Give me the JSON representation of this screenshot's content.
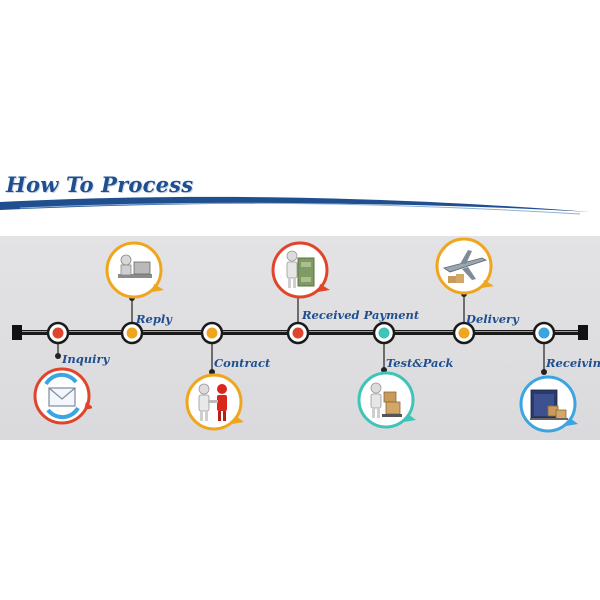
{
  "title": "How To Process",
  "steps": [
    {
      "label": "Inquiry",
      "icon": "envelope-icon",
      "node_color": "#e0452c"
    },
    {
      "label": "Reply",
      "icon": "typing-person-icon",
      "node_color": "#f0a51e"
    },
    {
      "label": "Contract",
      "icon": "handshake-icon",
      "node_color": "#f0a51e"
    },
    {
      "label": "Received Payment",
      "icon": "money-icon",
      "node_color": "#e0452c"
    },
    {
      "label": "Test&Pack",
      "icon": "packing-person-icon",
      "node_color": "#3ec4b8"
    },
    {
      "label": "Delivery",
      "icon": "airplane-icon",
      "node_color": "#f0a51e"
    },
    {
      "label": "Receiving",
      "icon": "warehouse-icon",
      "node_color": "#3aa5e0"
    }
  ],
  "colors": {
    "title": "#1f4f8e",
    "timeline": "#1a1a1a",
    "accent_red": "#e0452c",
    "accent_orange": "#f0a51e",
    "accent_teal": "#3ec4b8",
    "accent_blue": "#3aa5e0"
  }
}
